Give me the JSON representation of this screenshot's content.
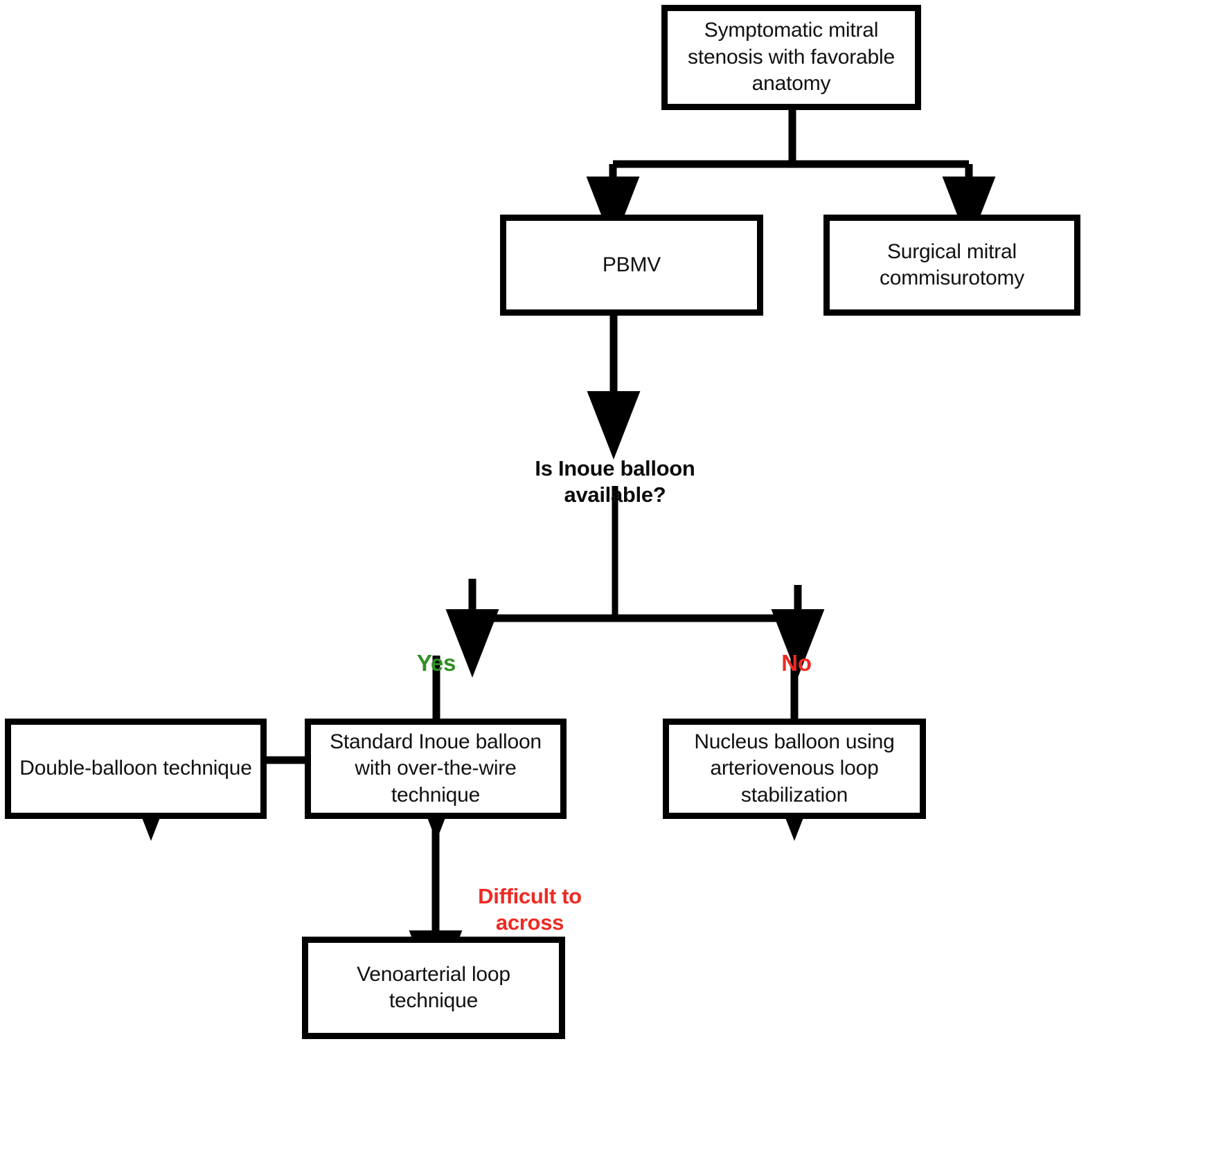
{
  "diagram": {
    "type": "flowchart",
    "title": "Symptomatic mitral stenosis management and PBMV technique selection",
    "colors": {
      "node_border": "#000000",
      "node_fill": "#ffffff",
      "connector": "#000000",
      "text": "#111111",
      "yes_green": "#2f8f22",
      "no_red": "#ee2a22",
      "note_red": "#ee2a22"
    },
    "nodes": {
      "root": "Symptomatic mitral\nstenosis with favorable\nanatomy",
      "pbmv": "PBMV",
      "surgical": "Surgical mitral\ncommisurotomy",
      "decision": "Is Inoue balloon\navailable?",
      "double_balloon": "Double-balloon technique",
      "standard_inoue": "Standard Inoue balloon\nwith over-the-wire\ntechnique",
      "nucleus_balloon": "Nucleus balloon using\narteriovenous loop\nstabilization",
      "venoarterial": "Venoarterial loop\ntechnique"
    },
    "edge_labels": {
      "yes": "Yes",
      "no": "No",
      "difficult": "Difficult to\nacross"
    }
  }
}
